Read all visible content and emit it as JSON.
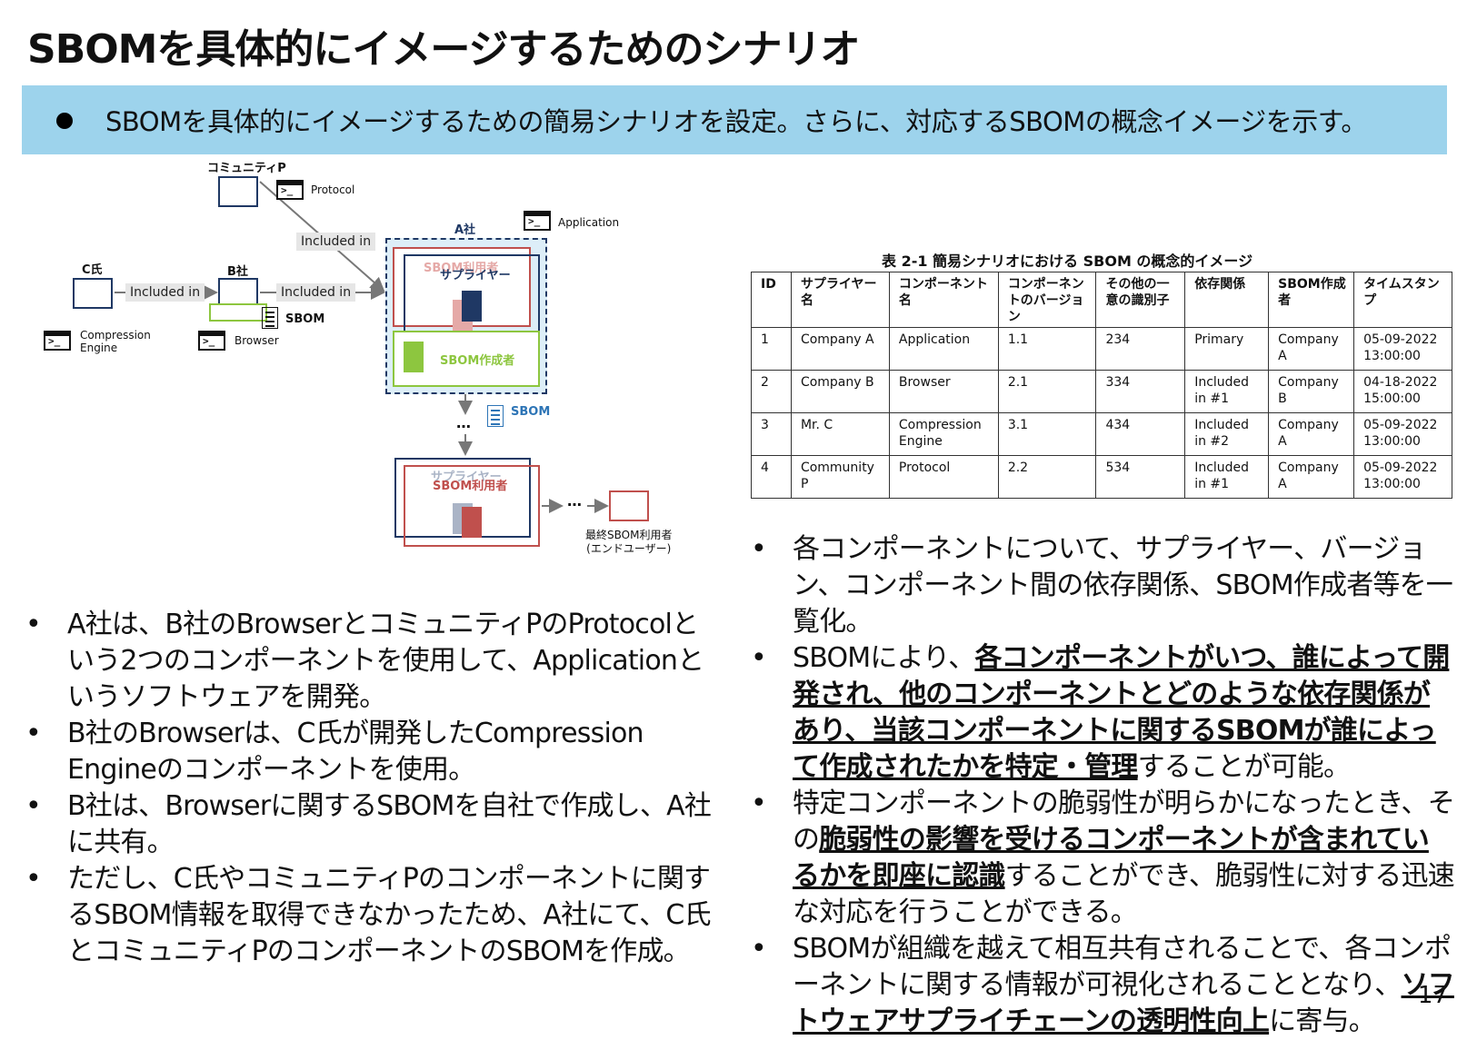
{
  "title": "SBOMを具体的にイメージするためのシナリオ",
  "banner": "SBOMを具体的にイメージするための簡易シナリオを設定。さらに、対応するSBOMの概念イメージを示す。",
  "diagram": {
    "community_p": "コミュニティP",
    "protocol": "Protocol",
    "c_shi": "C氏",
    "b_sha": "B社",
    "a_sha": "A社",
    "included_in_1": "Included in",
    "included_in_2": "Included in",
    "included_in_3": "Included in",
    "sbom_label_1": "SBOM",
    "sbom_label_2": "SBOM",
    "compression_engine": "Compression\nEngine",
    "browser": "Browser",
    "application": "Application",
    "sbom_user_faded": "SBOM利用者",
    "supplier": "サプライヤー",
    "sbom_creator": "SBOM作成者",
    "supplier_faded": "サプライヤー",
    "sbom_user": "SBOM利用者",
    "dots_1": "…",
    "dots_2": "…",
    "final_user": "最終SBOM利用者\n(エンドユーザー)",
    "terminal_glyph": ">_",
    "colors": {
      "navy": "#1f3864",
      "red": "#c0504d",
      "green": "#8dc63f",
      "blue_dash": "#1f3864",
      "light_blue": "#ddeef8"
    }
  },
  "table": {
    "caption": "表 2-1  簡易シナリオにおける SBOM の概念的イメージ",
    "headers": [
      "ID",
      "サプライヤー名",
      "コンポーネント名",
      "コンポーネントのバージョン",
      "その他の一意の識別子",
      "依存関係",
      "SBOM作成者",
      "タイムスタンプ"
    ],
    "rows": [
      [
        "1",
        "Company A",
        "Application",
        "1.1",
        "234",
        "Primary",
        "Company A",
        "05-09-2022 13:00:00"
      ],
      [
        "2",
        "Company B",
        "Browser",
        "2.1",
        "334",
        "Included in #1",
        "Company B",
        "04-18-2022 15:00:00"
      ],
      [
        "3",
        "Mr. C",
        "Compression Engine",
        "3.1",
        "434",
        "Included in #2",
        "Company A",
        "05-09-2022 13:00:00"
      ],
      [
        "4",
        "Community P",
        "Protocol",
        "2.2",
        "534",
        "Included in #1",
        "Company A",
        "05-09-2022 13:00:00"
      ]
    ]
  },
  "left_bullets": [
    "A社は、B社のBrowserとコミュニティPのProtocolという2つのコンポーネントを使用して、Applicationというソフトウェアを開発。",
    "B社のBrowserは、C氏が開発したCompression Engineのコンポーネントを使用。",
    "B社は、Browserに関するSBOMを自社で作成し、A社に共有。",
    "ただし、C氏やコミュニティPのコンポーネントに関するSBOM情報を取得できなかったため、A社にて、C氏とコミュニティPのコンポーネントのSBOMを作成。"
  ],
  "right_bullets": {
    "b1": "各コンポーネントについて、サプライヤー、バージョン、コンポーネント間の依存関係、SBOM作成者等を一覧化。",
    "b2_pre": "SBOMにより、",
    "b2_bold": "各コンポーネントがいつ、誰によって開発され、他のコンポーネントとどのような依存関係があり、当該コンポーネントに関するSBOMが誰によって作成されたかを特定・管理",
    "b2_post": "することが可能。",
    "b3_pre": "特定コンポーネントの脆弱性が明らかになったとき、その",
    "b3_bold": "脆弱性の影響を受けるコンポーネントが含まれているかを即座に認識",
    "b3_post": "することができ、脆弱性に対する迅速な対応を行うことができる。",
    "b4_pre": "SBOMが組織を越えて相互共有されることで、各コンポーネントに関する情報が可視化されることとなり、",
    "b4_bold": "ソフトウェアサプライチェーンの透明性向上",
    "b4_post": "に寄与。"
  },
  "page_number": "17"
}
